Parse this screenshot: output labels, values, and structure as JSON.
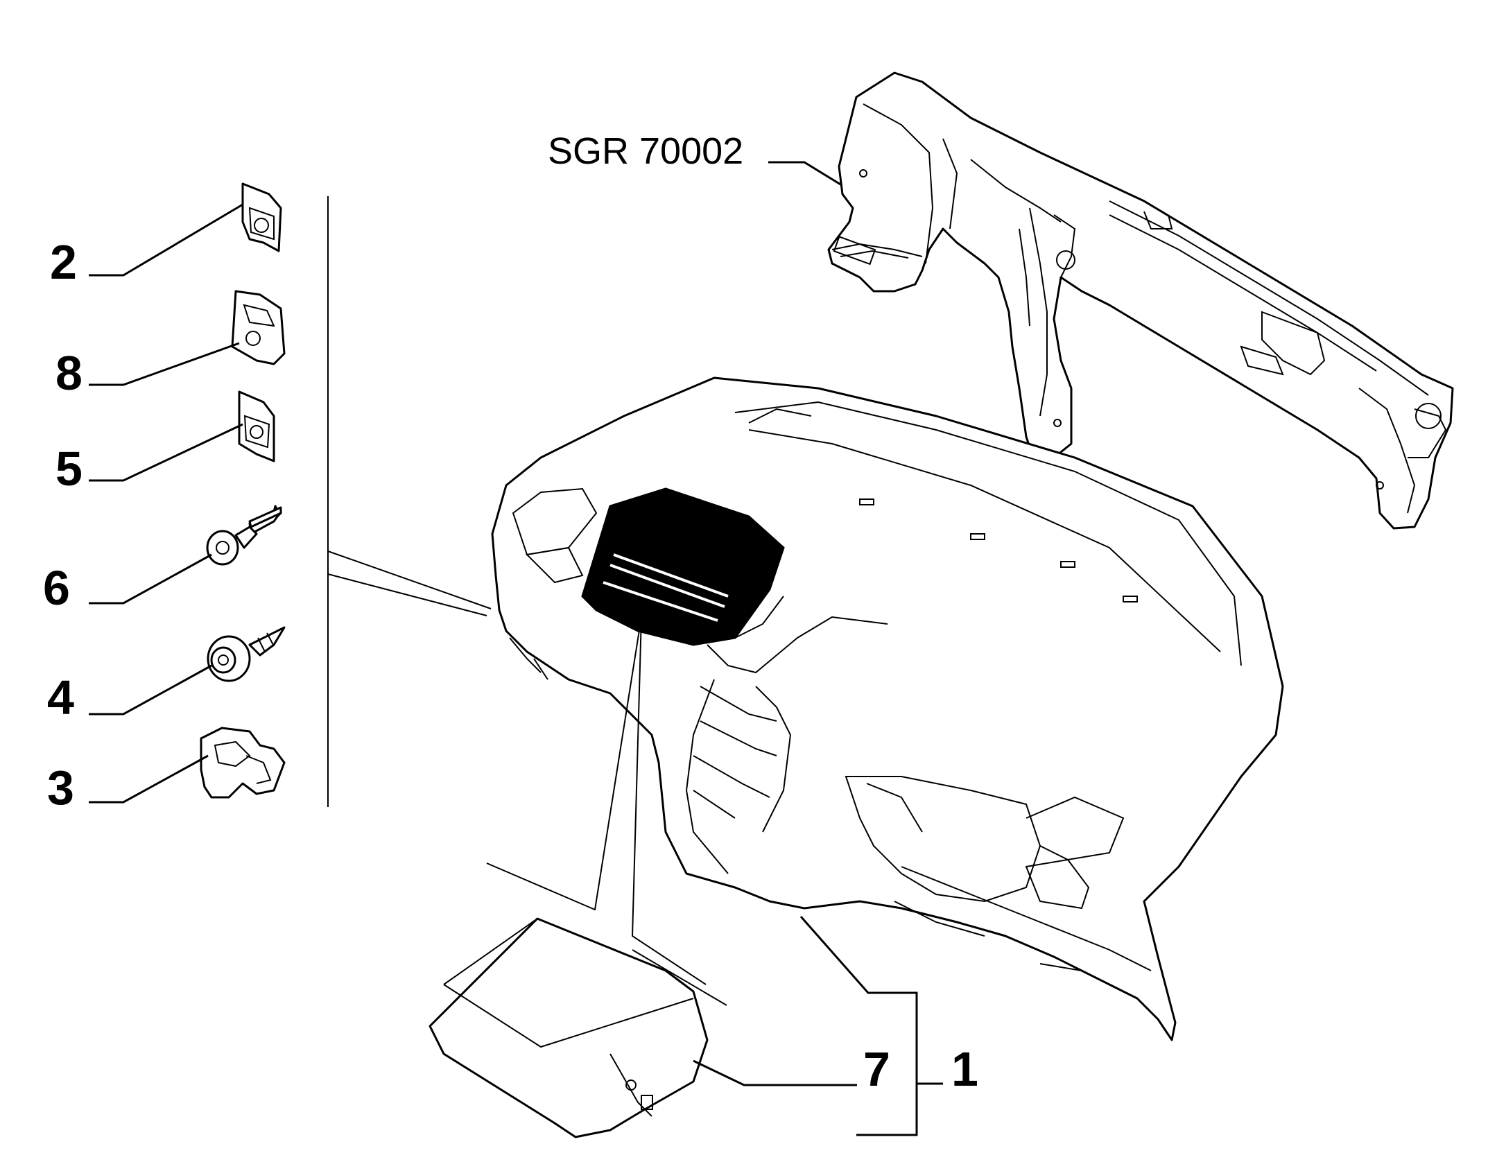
{
  "reference": "SGR 70002",
  "callouts": {
    "c2": "2",
    "c8": "8",
    "c5": "5",
    "c6": "6",
    "c4": "4",
    "c3": "3",
    "c7": "7",
    "c1": "1"
  }
}
